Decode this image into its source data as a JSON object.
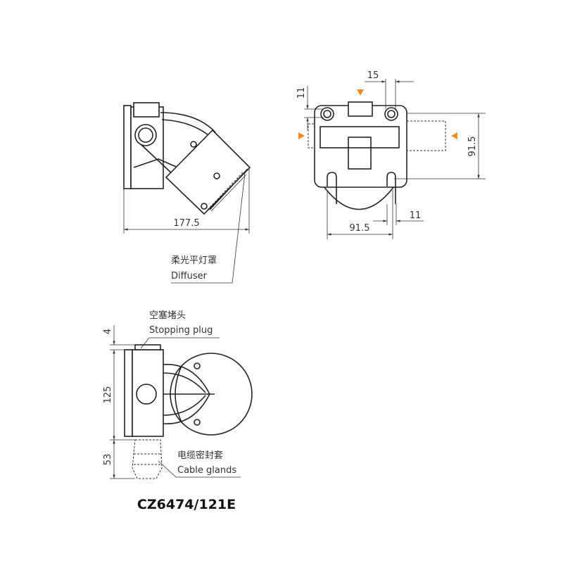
{
  "model": "CZ6474/121E",
  "accent_color": "#f08a1c",
  "side_view": {
    "dimension_width": "177.5",
    "label_cn": "柔光平灯罩",
    "label_en": "Diffuser"
  },
  "front_view": {
    "dim_top_offset": "15",
    "dim_left_offset": "11",
    "dim_vertical_spacing": "91.5",
    "dim_horizontal_spacing": "91.5",
    "dim_bottom_offset": "11"
  },
  "top_view": {
    "dim_plug": "4",
    "dim_height": "125",
    "dim_gland": "53",
    "plug_label_cn": "空塞堵头",
    "plug_label_en": "Stopping plug",
    "gland_label_cn": "电缆密封套",
    "gland_label_en": "Cable glands"
  }
}
